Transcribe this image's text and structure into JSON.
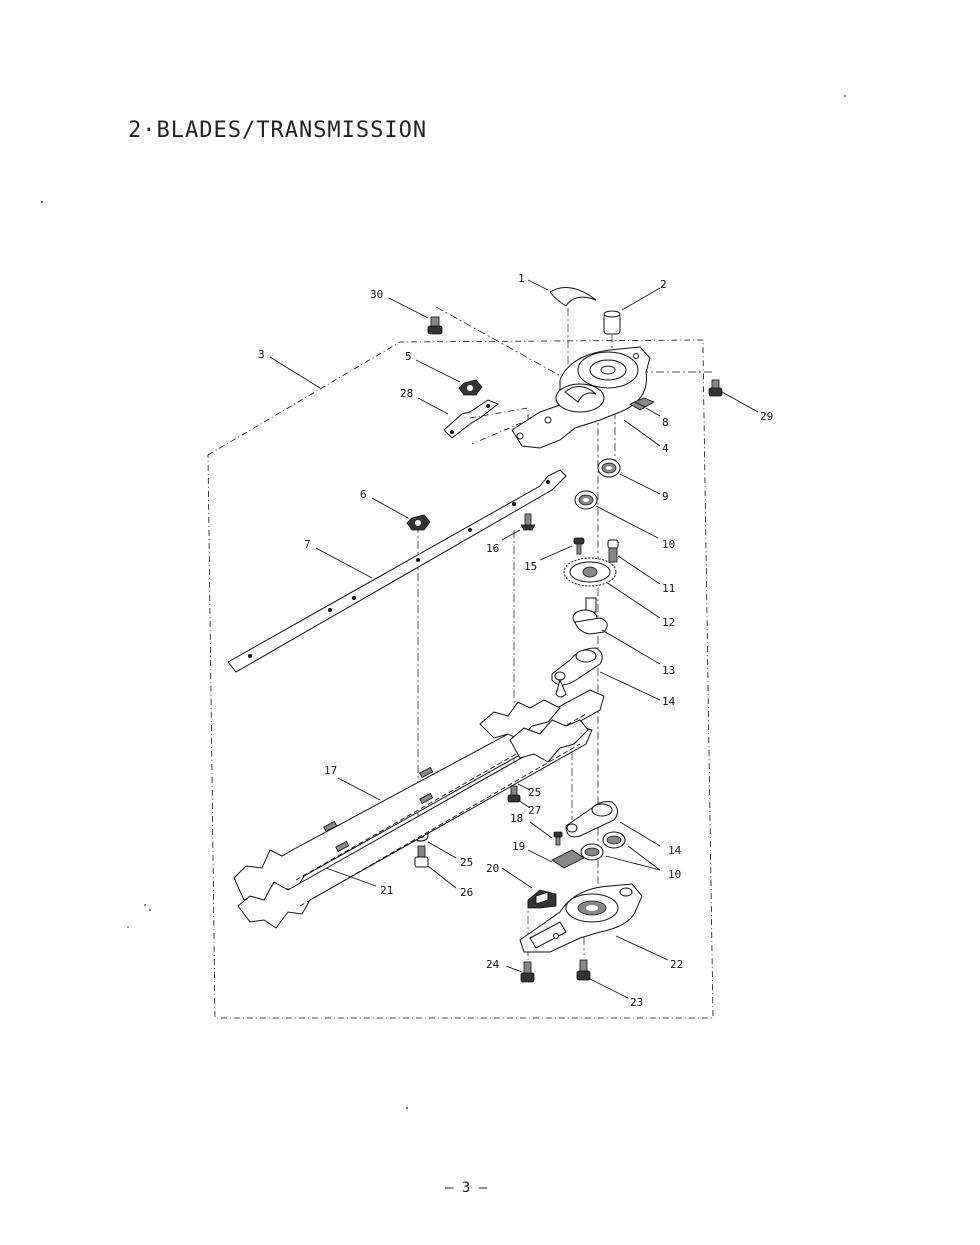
{
  "page": {
    "title": "2·BLADES/TRANSMISSION",
    "page_number": "– 3 –"
  },
  "callouts": {
    "c1": "1",
    "c2": "2",
    "c3": "3",
    "c4": "4",
    "c5": "5",
    "c6": "6",
    "c7": "7",
    "c8": "8",
    "c9": "9",
    "c10a": "10",
    "c10b": "10",
    "c11": "11",
    "c12": "12",
    "c13": "13",
    "c14a": "14",
    "c14b": "14",
    "c15": "15",
    "c16": "16",
    "c17": "17",
    "c18": "18",
    "c19": "19",
    "c20": "20",
    "c21": "21",
    "c22": "22",
    "c23": "23",
    "c24": "24",
    "c25a": "25",
    "c25b": "25",
    "c26": "26",
    "c27": "27",
    "c28": "28",
    "c29": "29",
    "c30": "30"
  }
}
